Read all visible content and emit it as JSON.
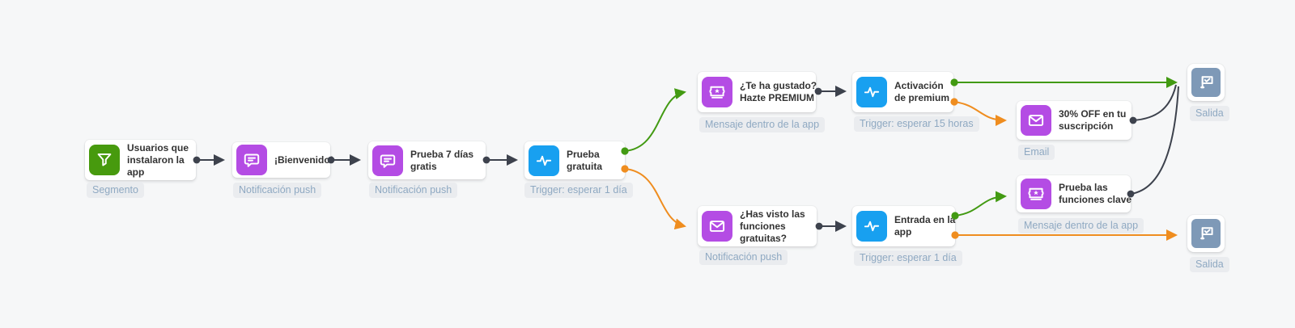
{
  "app": "automation-flow-canvas",
  "colors": {
    "canvas_bg": "#f6f7f8",
    "segment_green": "#479a0e",
    "message_purple": "#b44ce4",
    "trigger_blue": "#18a0f0",
    "exit_slate_blue": "#7e99b7",
    "arrow_dark": "#3d424d",
    "arrow_green": "#429a12",
    "arrow_orange": "#ef8d1f",
    "badge_bg": "#eaecef",
    "badge_text": "#8fa9c2",
    "card_bg": "#ffffff",
    "title_text": "#333333"
  },
  "nodes": {
    "segment": {
      "title": "Usuarios que\ninstalaron la\napp",
      "type": "Segmento",
      "icon": "filter-icon"
    },
    "welcome": {
      "title": "¡Bienvenido!",
      "type": "Notificación push",
      "icon": "chat-icon"
    },
    "trial7": {
      "title": "Prueba 7 días\ngratis",
      "type": "Notificación push",
      "icon": "chat-icon"
    },
    "free_trial": {
      "title": "Prueba\ngratuita",
      "type": "Trigger: esperar 1 día",
      "icon": "pulse-icon"
    },
    "premium_question": {
      "title": "¿Te ha gustado?\nHazte PREMIUM",
      "type": "Mensaje dentro de la app",
      "icon": "ticket-icon"
    },
    "premium_activation": {
      "title": "Activación\nde premium",
      "type": "Trigger: esperar 15 horas",
      "icon": "pulse-icon"
    },
    "discount_email": {
      "title": "30% OFF en tu\nsuscripción",
      "type": "Email",
      "icon": "envelope-icon"
    },
    "exit_top": {
      "label": "Salida",
      "icon": "flag-icon"
    },
    "free_features_question": {
      "title": "¿Has visto las\nfunciones\ngratuitas?",
      "type": "Notificación push",
      "icon": "envelope-icon"
    },
    "app_entry": {
      "title": "Entrada en la\napp",
      "type": "Trigger: esperar 1 día",
      "icon": "pulse-icon"
    },
    "key_features": {
      "title": "Prueba las\nfunciones clave",
      "type": "Mensaje dentro de la app",
      "icon": "ticket-icon"
    },
    "exit_bottom": {
      "label": "Salida",
      "icon": "flag-icon"
    }
  },
  "connections": [
    {
      "from": "segment",
      "to": "welcome",
      "color": "dark"
    },
    {
      "from": "welcome",
      "to": "trial7",
      "color": "dark"
    },
    {
      "from": "trial7",
      "to": "free_trial",
      "color": "dark"
    },
    {
      "from": "free_trial",
      "to": "premium_question",
      "color": "green"
    },
    {
      "from": "free_trial",
      "to": "free_features_question",
      "color": "orange"
    },
    {
      "from": "premium_question",
      "to": "premium_activation",
      "color": "dark"
    },
    {
      "from": "premium_activation",
      "to": "exit_top",
      "color": "green"
    },
    {
      "from": "premium_activation",
      "to": "discount_email",
      "color": "orange"
    },
    {
      "from": "discount_email",
      "to": "exit_top",
      "color": "dark"
    },
    {
      "from": "free_features_question",
      "to": "app_entry",
      "color": "dark"
    },
    {
      "from": "app_entry",
      "to": "key_features",
      "color": "green"
    },
    {
      "from": "app_entry",
      "to": "exit_bottom",
      "color": "orange"
    },
    {
      "from": "key_features",
      "to": "exit_top",
      "color": "dark"
    }
  ]
}
